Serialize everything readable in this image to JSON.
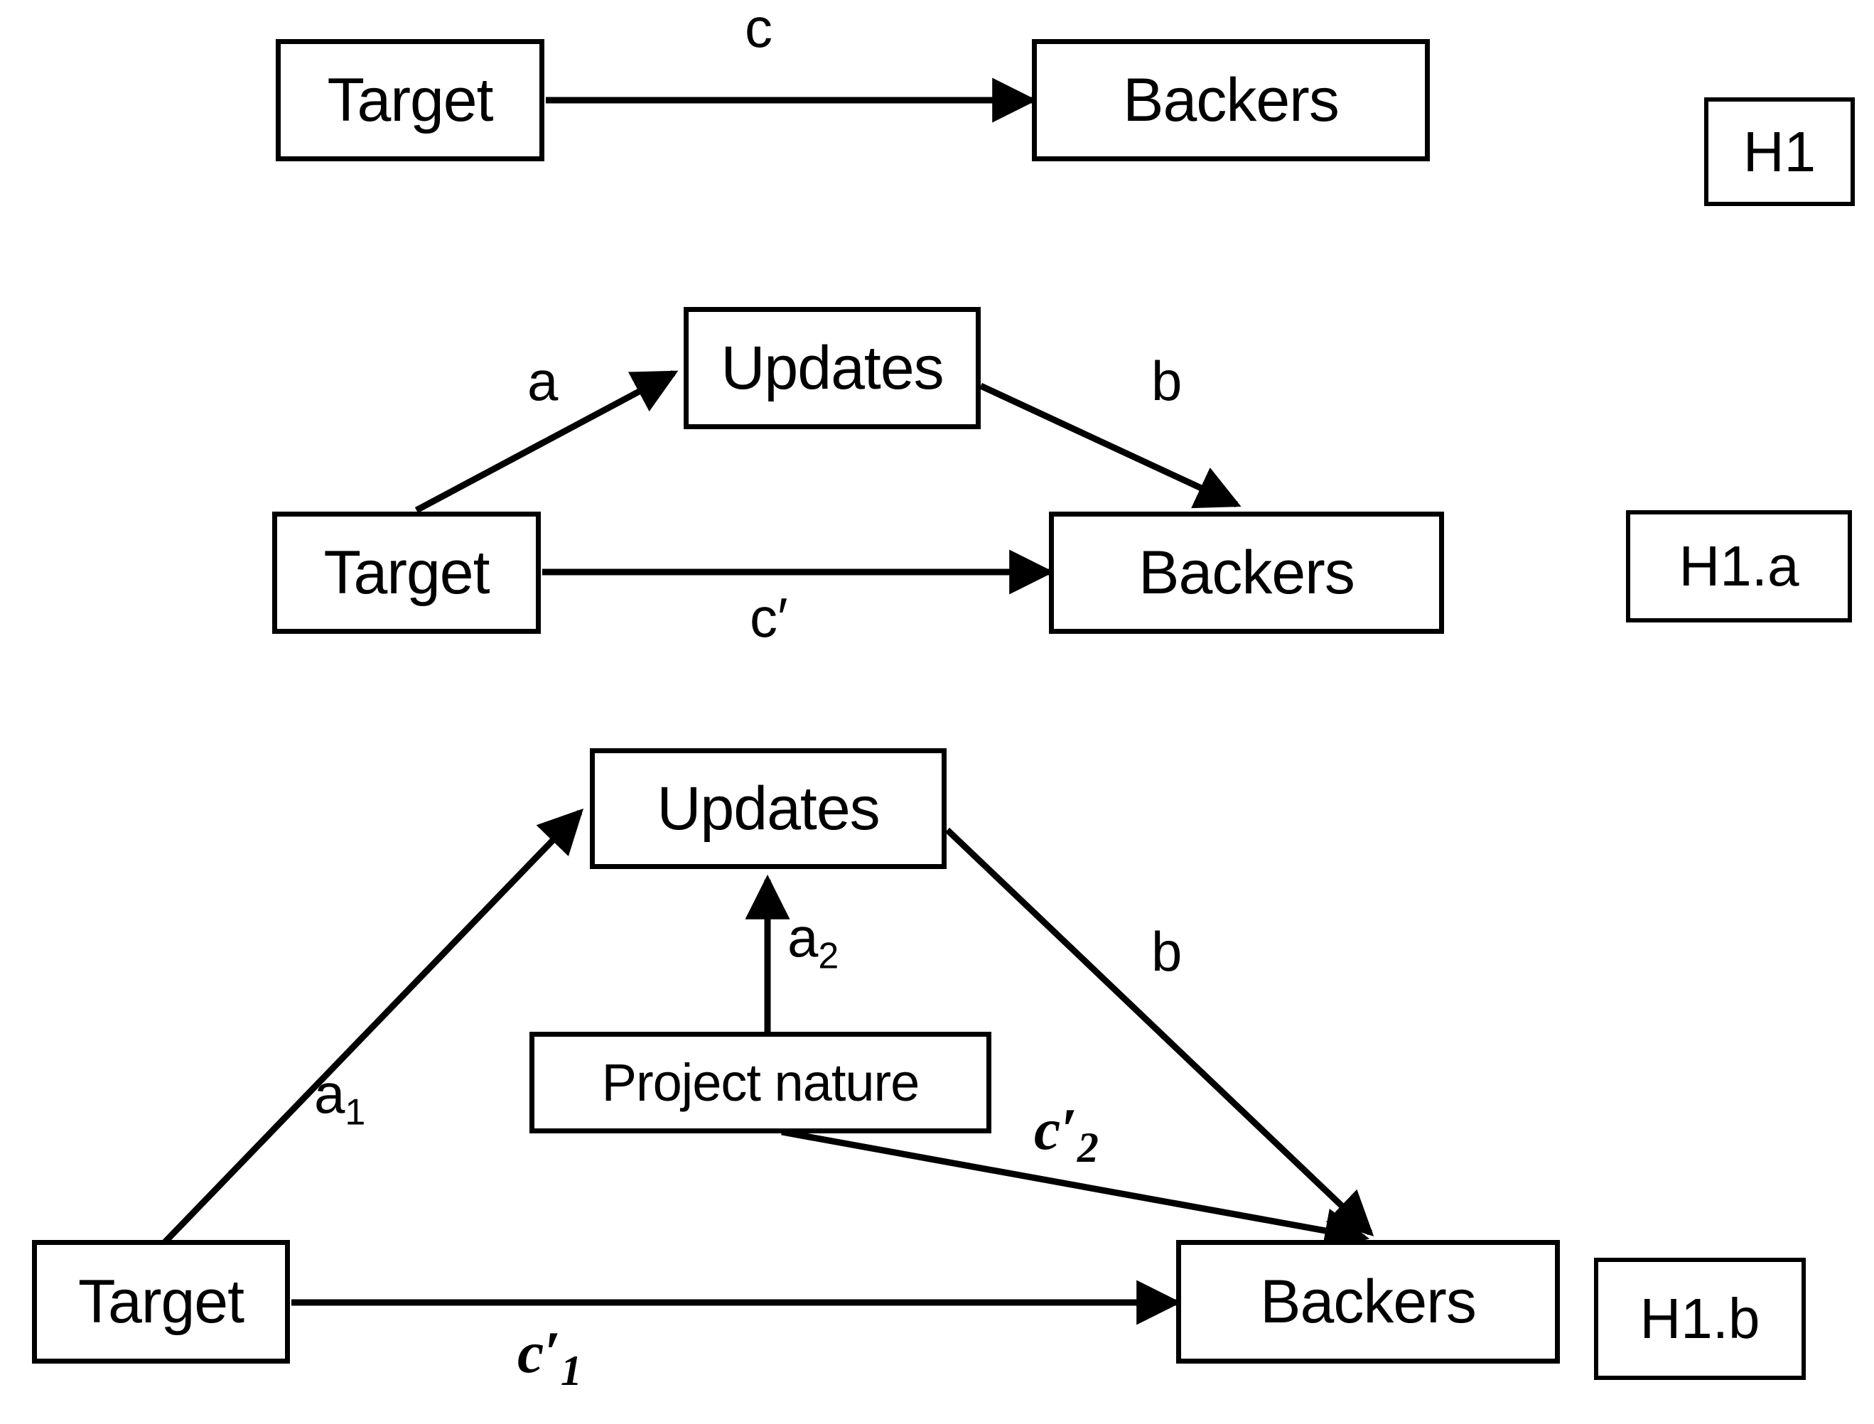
{
  "figure": {
    "type": "path-diagram",
    "background_color": "#ffffff",
    "line_color": "#000000"
  },
  "models": [
    {
      "id": "h1",
      "hypothesis_label": "H1",
      "nodes": [
        {
          "id": "target",
          "label": "Target"
        },
        {
          "id": "backers",
          "label": "Backers"
        }
      ],
      "edges": [
        {
          "from": "target",
          "to": "backers",
          "label": "c"
        }
      ]
    },
    {
      "id": "h1a",
      "hypothesis_label": "H1.a",
      "nodes": [
        {
          "id": "updates",
          "label": "Updates"
        },
        {
          "id": "target",
          "label": "Target"
        },
        {
          "id": "backers",
          "label": "Backers"
        }
      ],
      "edges": [
        {
          "from": "target",
          "to": "updates",
          "label": "a"
        },
        {
          "from": "updates",
          "to": "backers",
          "label": "b"
        },
        {
          "from": "target",
          "to": "backers",
          "label": "c′"
        }
      ]
    },
    {
      "id": "h1b",
      "hypothesis_label": "H1.b",
      "nodes": [
        {
          "id": "updates",
          "label": "Updates"
        },
        {
          "id": "project_nature",
          "label": "Project nature"
        },
        {
          "id": "target",
          "label": "Target"
        },
        {
          "id": "backers",
          "label": "Backers"
        }
      ],
      "edges": [
        {
          "from": "target",
          "to": "updates",
          "label": "a",
          "sub": "1"
        },
        {
          "from": "project_nature",
          "to": "updates",
          "label": "a",
          "sub": "2"
        },
        {
          "from": "updates",
          "to": "backers",
          "label": "b",
          "sub": ""
        },
        {
          "from": "project_nature",
          "to": "backers",
          "label": "c′",
          "sub": "2"
        },
        {
          "from": "target",
          "to": "backers",
          "label": "c′",
          "sub": "1"
        }
      ]
    }
  ],
  "labels": {
    "h1_hyp": "H1",
    "h1_c": "c",
    "h1_target": "Target",
    "h1_backers": "Backers",
    "h1a_hyp": "H1.a",
    "h1a_a": "a",
    "h1a_b": "b",
    "h1a_cprime": "c′",
    "h1a_target": "Target",
    "h1a_updates": "Updates",
    "h1a_backers": "Backers",
    "h1b_hyp": "H1.b",
    "h1b_a1_base": "a",
    "h1b_a1_sub": "1",
    "h1b_a2_base": "a",
    "h1b_a2_sub": "2",
    "h1b_b": "b",
    "h1b_c2_base": "c′",
    "h1b_c2_sub": "2",
    "h1b_c1_base": "c′",
    "h1b_c1_sub": "1",
    "h1b_target": "Target",
    "h1b_updates": "Updates",
    "h1b_project_nature": "Project nature",
    "h1b_backers": "Backers"
  }
}
